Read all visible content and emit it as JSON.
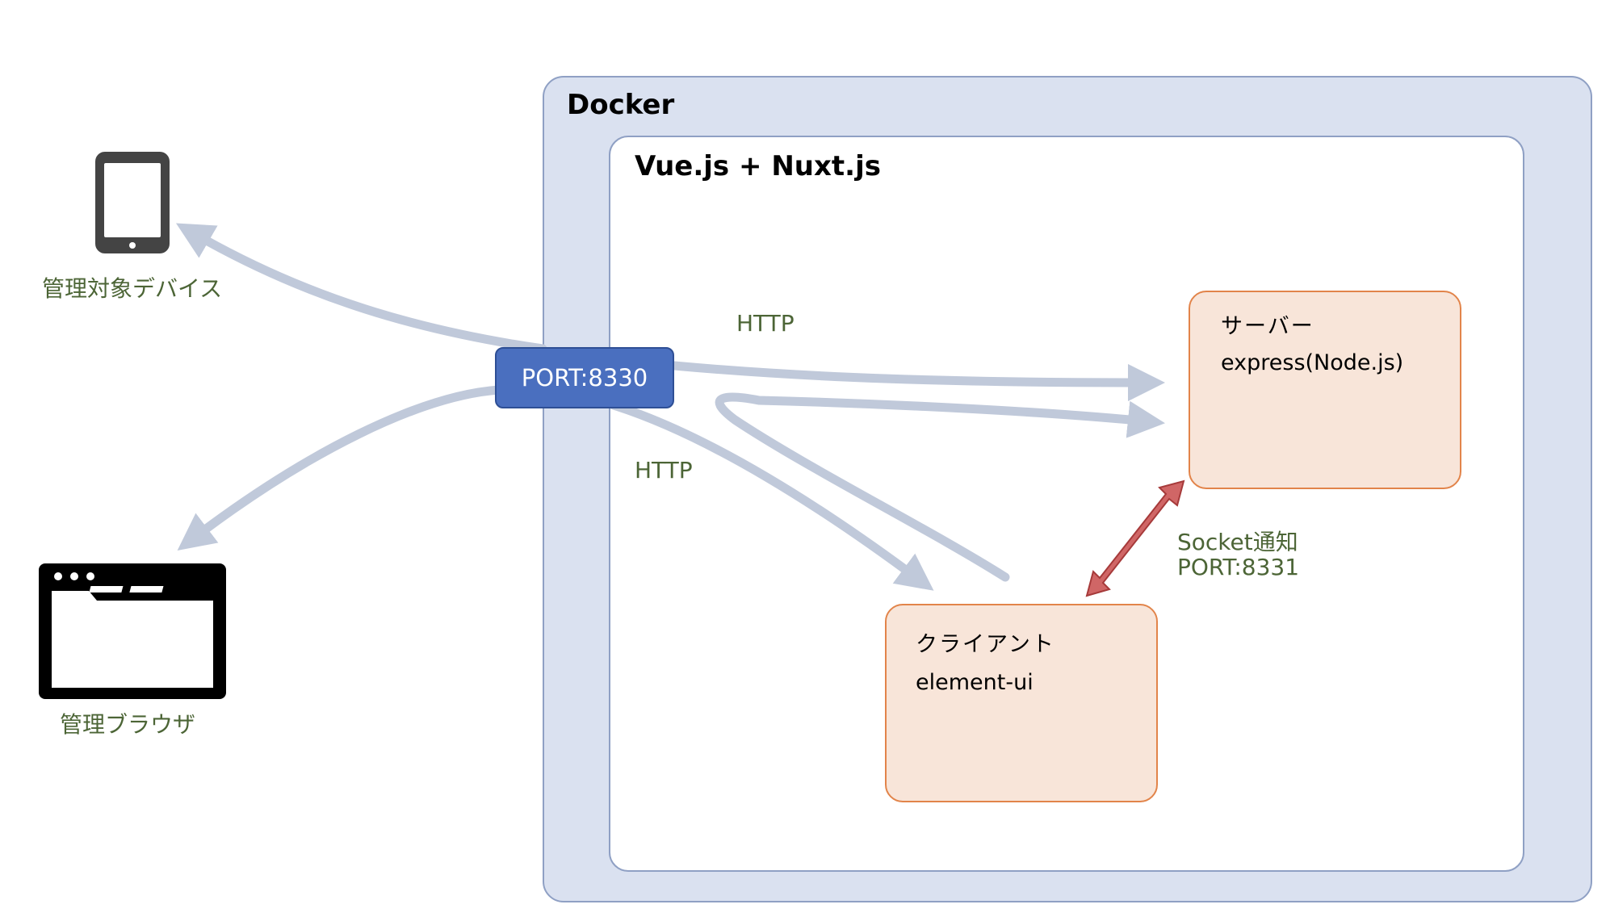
{
  "docker": {
    "title": "Docker"
  },
  "vue": {
    "title": "Vue.js + Nuxt.js"
  },
  "server": {
    "title": "サーバー",
    "subtitle": "express(Node.js)"
  },
  "client": {
    "title": "クライアント",
    "subtitle": "element-ui"
  },
  "port_main": {
    "label": "PORT:8330"
  },
  "edges": {
    "http_server": "HTTP",
    "http_client": "HTTP",
    "socket_line1": "Socket通知",
    "socket_line2": "PORT:8331"
  },
  "devices": {
    "tablet_label": "管理対象デバイス",
    "browser_label": "管理ブラウザ"
  },
  "colors": {
    "docker_bg": "#dae1f0",
    "component_bg": "#f8e5d9",
    "component_border": "#e2844a",
    "port_bg": "#4a6fbf",
    "arrow": "#c0c9da",
    "socket_arrow": "#d06666",
    "label_green": "#4c6536"
  },
  "icons": [
    "tablet-icon",
    "browser-window-icon"
  ]
}
